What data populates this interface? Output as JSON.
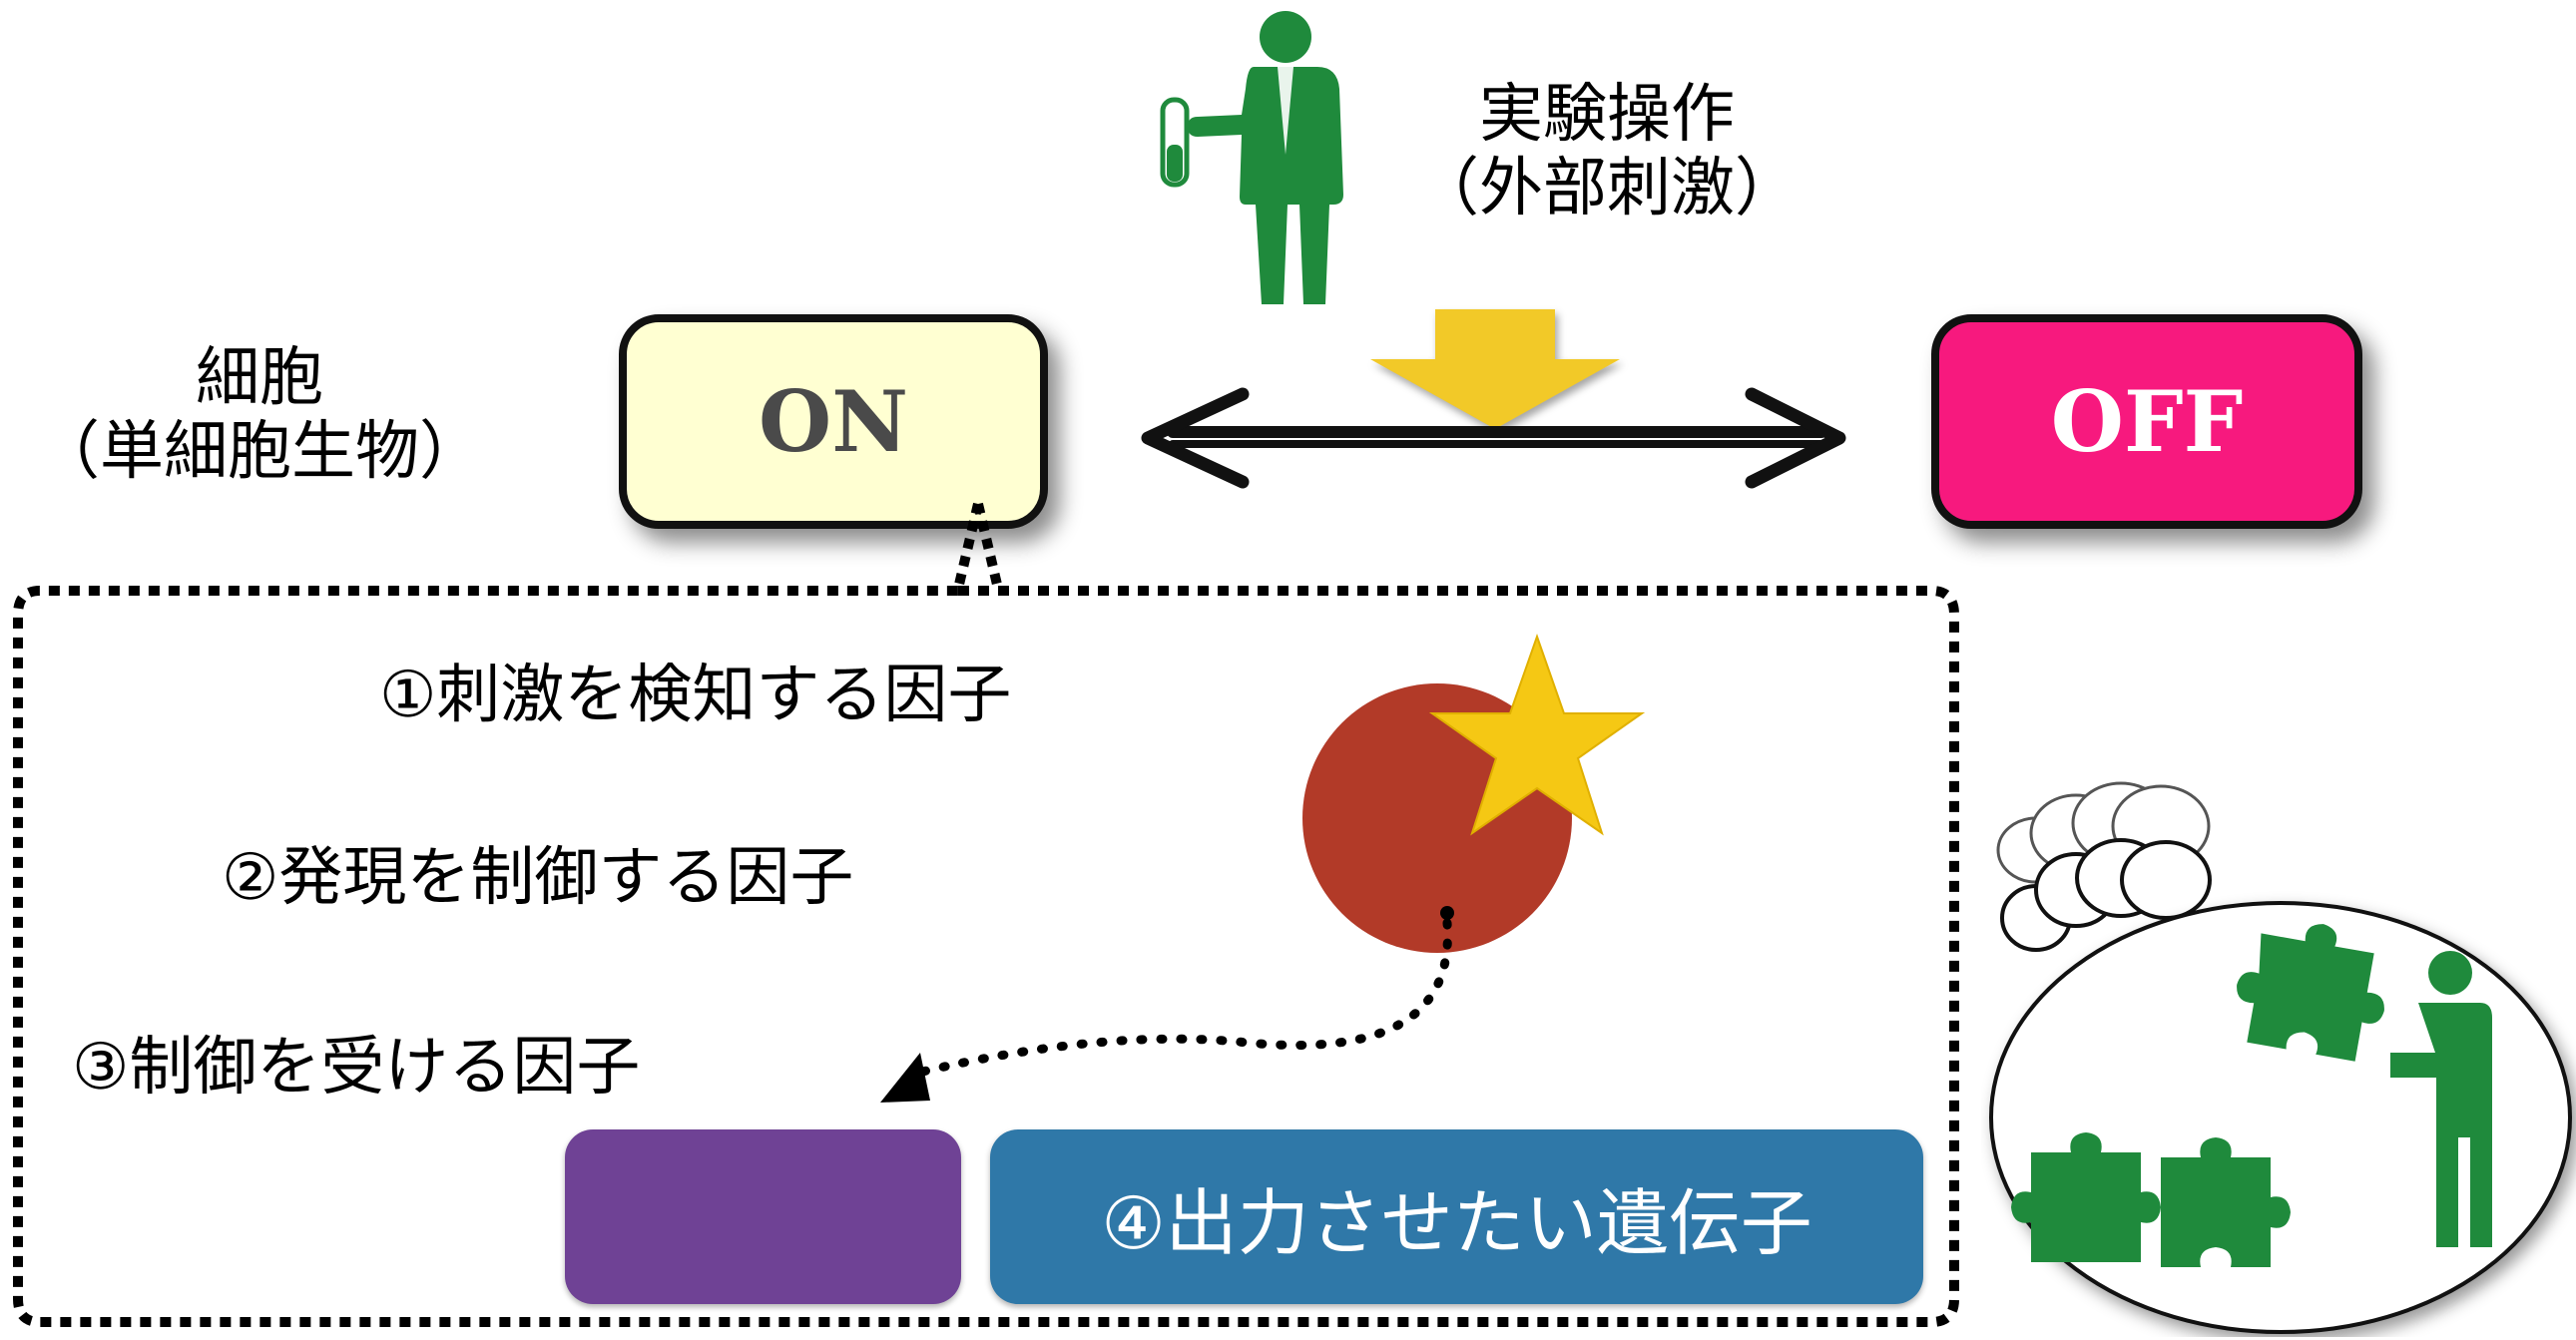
{
  "stimulus": {
    "line1": "実験操作",
    "line2": "（外部刺激）"
  },
  "cell": {
    "line1": "細胞",
    "line2": "（単細胞生物）"
  },
  "switches": {
    "on": "ON",
    "off": "OFF"
  },
  "factors": {
    "f1": "①刺激を検知する因子",
    "f2": "②発現を制御する因子",
    "f3": "③制御を受ける因子",
    "f4": "④出力させたい遺伝子"
  },
  "colors": {
    "scientist": "#1f8a3c",
    "on_switch": "#ffffd2",
    "off_switch": "#f7197e",
    "arrow": "#f2c928",
    "sensor_circle": "#b23a28",
    "star": "#f5c814",
    "regulated_block": "#6f4295",
    "output_block": "#2f78a8",
    "puzzle": "#1f8a3c"
  },
  "icons": [
    "scientist-icon",
    "test-tube-icon",
    "down-arrow-icon",
    "double-arrow-icon",
    "star-icon",
    "thought-bubble-icon",
    "puzzle-person-icon"
  ]
}
